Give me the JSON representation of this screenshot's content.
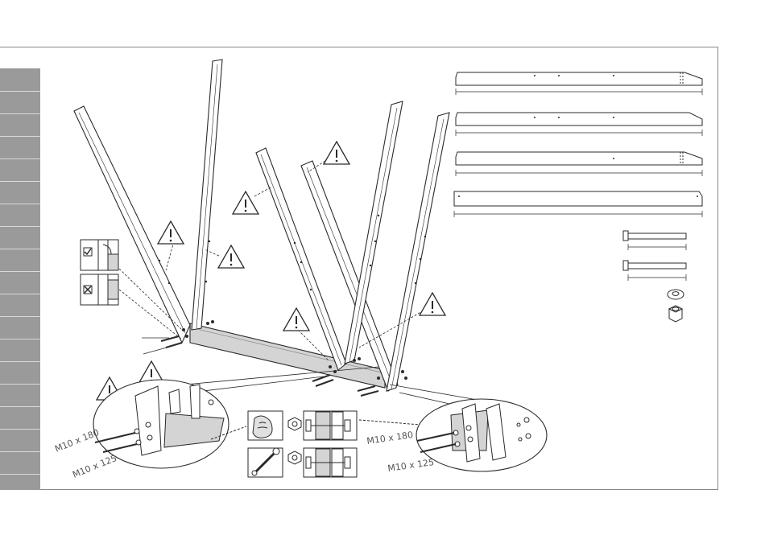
{
  "page": {
    "frame_color": "#8a8a8a",
    "sidebar_color": "#9a9a9a",
    "board_color": "#d4d4d4",
    "line_color": "#2a2a2a"
  },
  "callouts": {
    "left_bolt_long": "M10 x 180",
    "left_bolt_short": "M10 x 125",
    "right_bolt_long": "M10 x 180",
    "right_bolt_short": "M10 x 125"
  },
  "icons": {
    "warning": "warning-triangle-icon",
    "correct": "checkbox-correct-icon",
    "wrong": "checkbox-wrong-icon",
    "hand_tighten": "hand-tighten-icon",
    "wrench": "wrench-icon",
    "nut": "hex-nut-icon",
    "washer": "washer-icon"
  }
}
